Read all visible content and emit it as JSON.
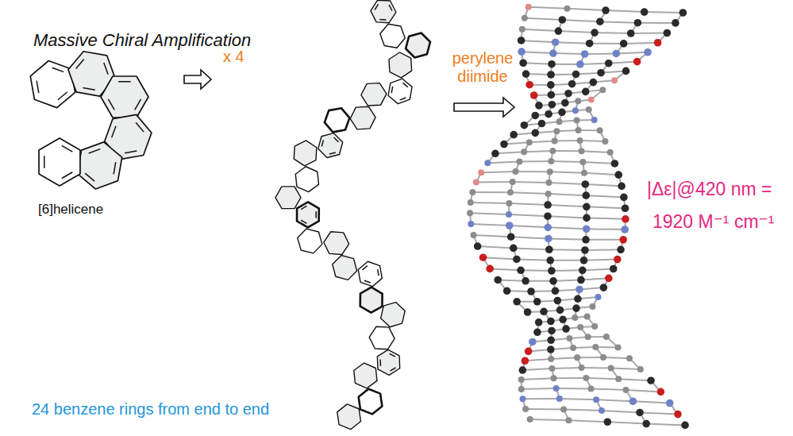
{
  "diagram": {
    "title": "Massive Chiral Amplification",
    "labels": [
      "[6]helicene",
      "x 4",
      "perylene diimide",
      "24 benzene rings from end to end",
      "|Δε|@420 nm =",
      "1920 M⁻¹ cm⁻¹"
    ]
  }
}
